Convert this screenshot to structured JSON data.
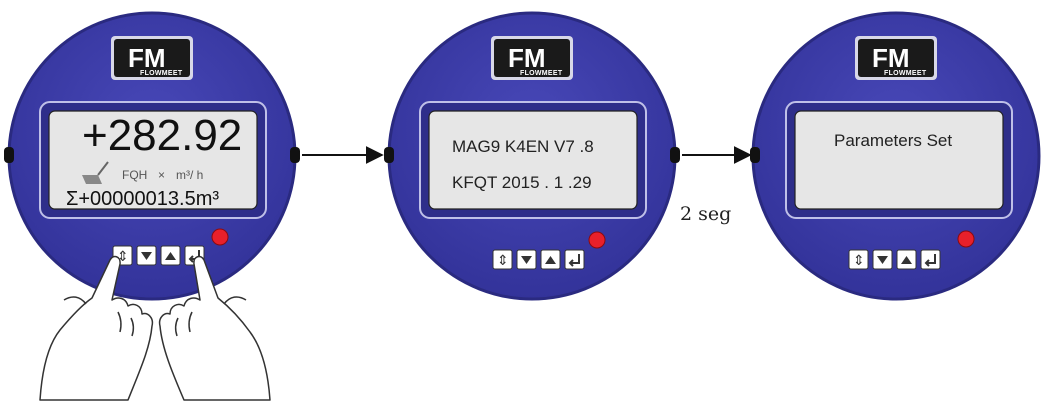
{
  "brand": {
    "name": "FLOWMEET",
    "logo_mark": "FM"
  },
  "device1": {
    "flow_value": "+282.92",
    "mode_label": "FQH",
    "unit_label": "m³/ h",
    "total_label": "Σ+00000013.5m³"
  },
  "device2": {
    "line1": "MAG9 K4EN V7 .8",
    "line2": "KFQT 2015 . 1 .29"
  },
  "device3": {
    "line1": "Parameters Set"
  },
  "transition": {
    "delay_label": "2 seg"
  },
  "icons": {
    "keys": [
      "updown-icon",
      "down-arrow-icon",
      "up-arrow-icon",
      "enter-icon"
    ],
    "indicator": "red-led-icon",
    "hands": "hand-icon"
  },
  "colors": {
    "bezel": "#3c3ca8",
    "bezel_edge": "#2a2a80",
    "lcd": "#e8e8e8",
    "led": "#e8202a"
  }
}
